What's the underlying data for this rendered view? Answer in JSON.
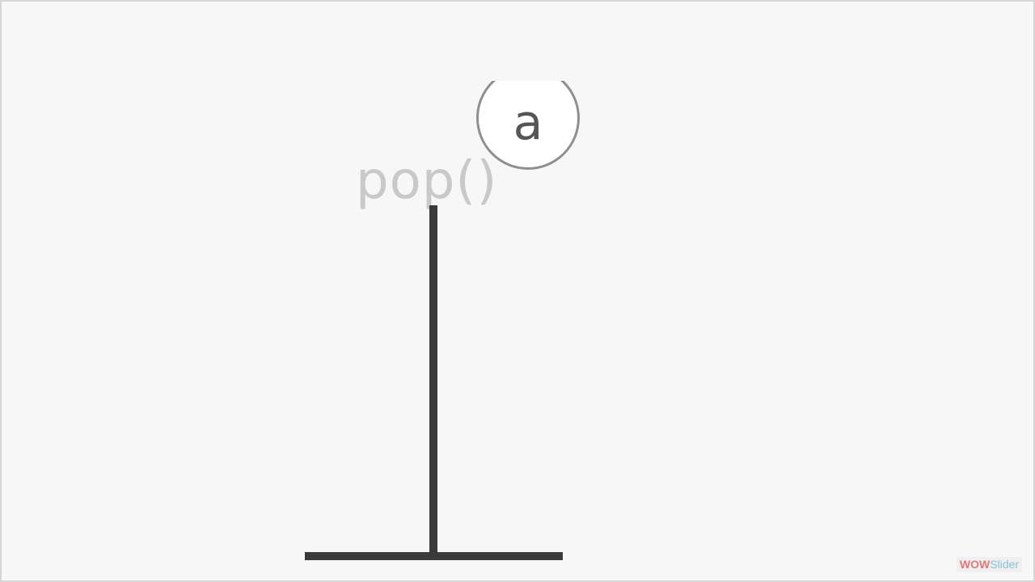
{
  "diagram": {
    "operation_label": "pop()",
    "item_letter": "a"
  },
  "watermark": {
    "part1": "WOW",
    "part2": "Slider"
  },
  "colors": {
    "background": "#f7f7f7",
    "stack_line": "#3a3a3a",
    "label_text": "#c9c9c9",
    "circle_border": "#8f8f8f"
  }
}
